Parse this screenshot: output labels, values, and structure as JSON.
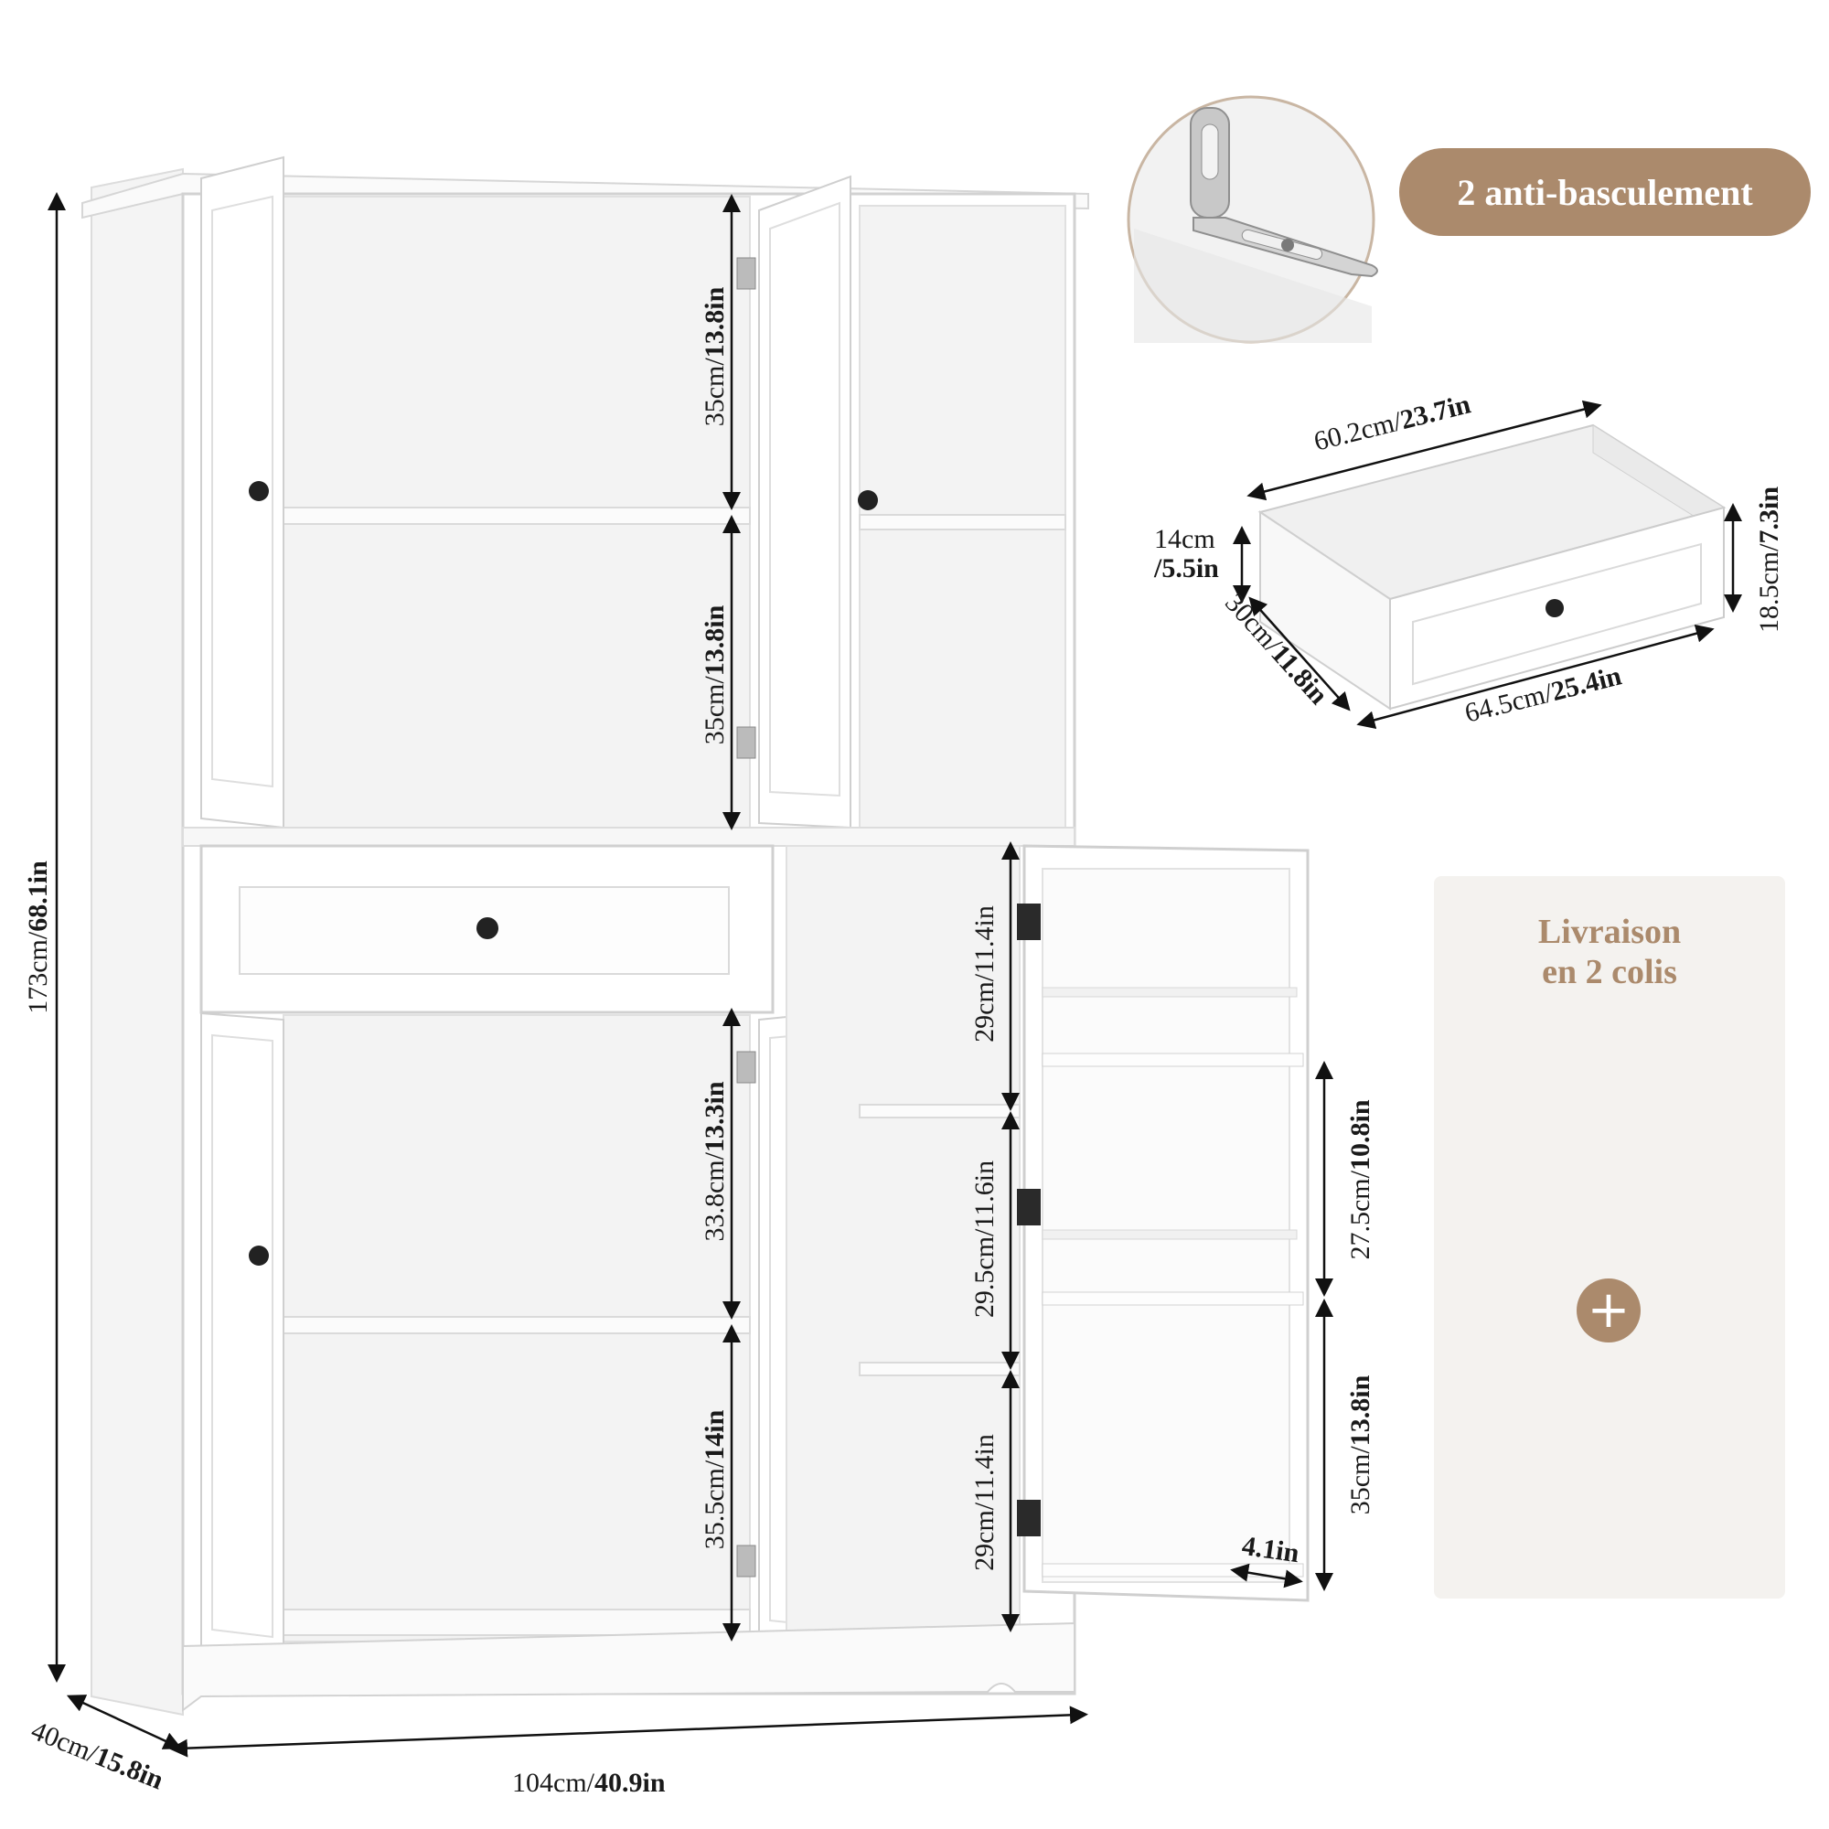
{
  "anchor": {
    "label": "2 anti-basculement"
  },
  "delivery": {
    "line1": "Livraison",
    "line2": "en 2 colis"
  },
  "colors": {
    "accent": "#ab8a6c",
    "panel": "#f4f2ef",
    "box": "#d9b07c"
  },
  "icons": {
    "plus": "+"
  },
  "cabinet": {
    "height": {
      "cm": "173cm/",
      "in": "68.1in"
    },
    "width": {
      "cm": "104cm/",
      "in": "40.9in"
    },
    "depth": {
      "cm": "40cm/",
      "in": "15.8in"
    },
    "upper_left_top": {
      "cm": "35cm/",
      "in": "13.8in"
    },
    "upper_left_bottom": {
      "cm": "35cm/",
      "in": "13.8in"
    },
    "lower_left_top": {
      "cm": "33.8cm/",
      "in": "13.3in"
    },
    "lower_left_bottom": {
      "cm": "35.5cm/",
      "in": "14in"
    },
    "right_top": {
      "cm": "29cm/",
      "in": "11.4in"
    },
    "right_middle": {
      "cm": "29.5cm/",
      "in": "11.6in"
    },
    "right_bottom": {
      "cm": "29cm/",
      "in": "11.4in"
    },
    "door_shelf_top": {
      "cm": "27.5cm/",
      "in": "10.8in"
    },
    "door_shelf_bottom": {
      "cm": "35cm/",
      "in": "13.8in"
    },
    "door_depth": {
      "in": "4.1in"
    }
  },
  "drawer": {
    "inner_width": {
      "cm": "60.2cm/",
      "in": "23.7in"
    },
    "outer_width": {
      "cm": "64.5cm/",
      "in": "25.4in"
    },
    "depth": {
      "cm": "30cm/",
      "in": "11.8in"
    },
    "inner_height": {
      "cm": "14cm",
      "in": "/5.5in"
    },
    "outer_height": {
      "cm": "18.5cm/",
      "in": "7.3in"
    }
  }
}
